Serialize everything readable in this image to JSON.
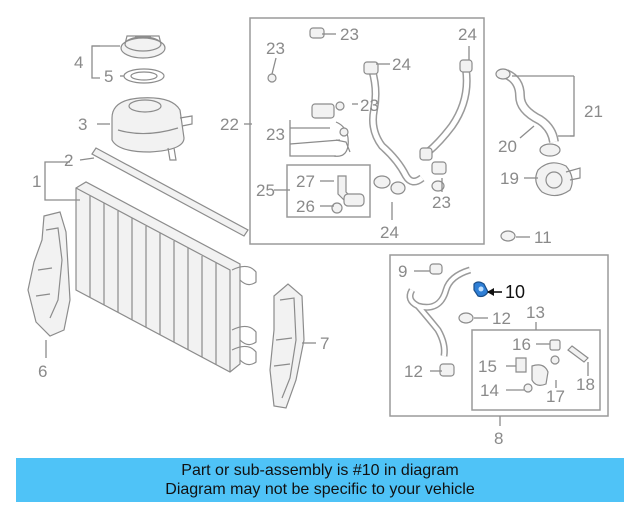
{
  "diagram": {
    "highlight_color": "#2f7fd6",
    "callouts": {
      "c1": "1",
      "c2": "2",
      "c3": "3",
      "c4": "4",
      "c5": "5",
      "c6": "6",
      "c7": "7",
      "c8": "8",
      "c9": "9",
      "c10": "10",
      "c11": "11",
      "c12a": "12",
      "c12b": "12",
      "c13": "13",
      "c14": "14",
      "c15": "15",
      "c16": "16",
      "c17": "17",
      "c18": "18",
      "c19": "19",
      "c20": "20",
      "c21": "21",
      "c22": "22",
      "c23a": "23",
      "c23b": "23",
      "c23c": "23",
      "c23d": "23",
      "c23e": "23",
      "c24a": "24",
      "c24b": "24",
      "c24c": "24",
      "c25": "25",
      "c26": "26",
      "c27": "27"
    }
  },
  "banner": {
    "line1": "Part or sub-assembly is #10 in diagram",
    "line2": "Diagram may not be specific to your vehicle",
    "color": "#4fc3f7"
  }
}
